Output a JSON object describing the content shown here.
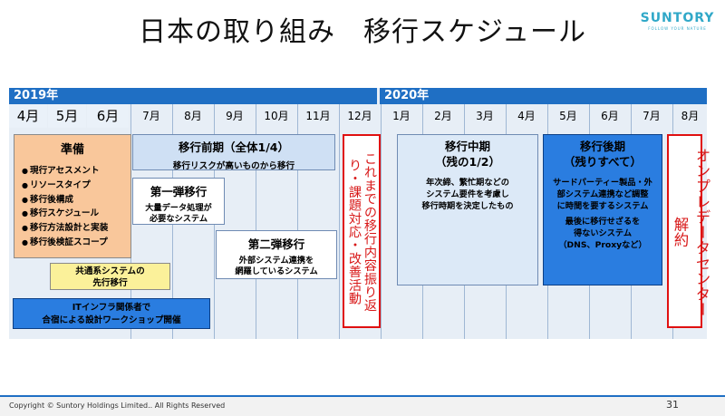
{
  "header": {
    "title": "日本の取り組み　移行スケジュール",
    "logo_text": "SUNTORY",
    "logo_tagline": "FOLLOW YOUR NATURE"
  },
  "timeline": {
    "years": [
      "2019年",
      "2020年"
    ],
    "months": [
      "4月",
      "5月",
      "6月",
      "7月",
      "8月",
      "9月",
      "10月",
      "11月",
      "12月",
      "1月",
      "2月",
      "3月",
      "4月",
      "5月",
      "6月",
      "7月",
      "8月"
    ]
  },
  "prep": {
    "title": "準備",
    "items": [
      "現行アセスメント",
      "リソースタイプ",
      "移行後構成",
      "移行スケジュール",
      "移行方法設計と実装",
      "移行後検証スコープ"
    ]
  },
  "common_system": {
    "line1": "共通系システムの",
    "line2": "先行移行"
  },
  "it_infra": {
    "line1": "ITインフラ関係者で",
    "line2": "合宿による設計ワークショップ開催"
  },
  "pre_migration": {
    "title": "移行前期（全体1/4）",
    "desc": "移行リスクが高いものから移行"
  },
  "wave1": {
    "title": "第一弾移行",
    "line1": "大量データ処理が",
    "line2": "必要なシステム"
  },
  "wave2": {
    "title": "第二弾移行",
    "line1": "外部システム連携を",
    "line2": "網羅しているシステム"
  },
  "review": {
    "text": "これまでの移行内容振り返り・課題対応・改善活動"
  },
  "mid": {
    "title": "移行中期",
    "subtitle": "（残の1/2）",
    "line1": "年次締、繁忙期などの",
    "line2": "システム要件を考慮し",
    "line3": "移行時期を決定したもの"
  },
  "late": {
    "title": "移行後期",
    "subtitle": "（残りすべて）",
    "line1": "サードパーティー製品・外",
    "line2": "部システム連携など調整",
    "line3": "に時間を要するシステム",
    "line4": "最後に移行せざるを",
    "line5": "得ないシステム",
    "line6": "（DNS、Proxyなど）"
  },
  "onprem": {
    "text": "オンプレデータセンター解約"
  },
  "footer": {
    "copyright": "Copyright © Suntory Holdings Limited.. All Rights Reserved",
    "page": "31"
  },
  "colors": {
    "accent": "#1f6fc4",
    "prep_fill": "#f9c79b",
    "highlight_red": "#e01010",
    "late_fill": "#2a7de0"
  }
}
